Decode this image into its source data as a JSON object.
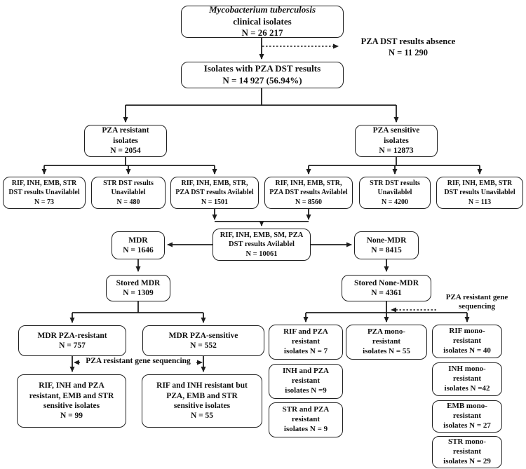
{
  "boxes": {
    "root": [
      "Mycobacterium tuberculosis",
      "clinical isolates",
      "N = 26 217"
    ],
    "pza_dst": [
      "Isolates with PZA DST results",
      "N = 14 927 (56.94%)"
    ],
    "pza_resistant": [
      "PZA resistant",
      "isolates",
      "N = 2054"
    ],
    "pza_sensitive": [
      "PZA sensitive",
      "isolates",
      "N = 12873"
    ],
    "unavail_73": [
      "RIF, INH, EMB, STR",
      "DST results Unavilablel",
      "N = 73"
    ],
    "str_unavail_480": [
      "STR DST results",
      "Unavilablel",
      "N = 480"
    ],
    "avail_1501": [
      "RIF, INH, EMB, STR,",
      "PZA DST results Avilablel",
      "N = 1501"
    ],
    "avail_8560": [
      "RIF, INH, EMB, STR,",
      "PZA DST results Avilablel",
      "N = 8560"
    ],
    "str_unavail_4200": [
      "STR DST results",
      "Unavilablel",
      "N = 4200"
    ],
    "unavail_113": [
      "RIF, INH, EMB, STR",
      "DST results Unavilablel",
      "N = 113"
    ],
    "mdr": [
      "MDR",
      "N = 1646"
    ],
    "central": [
      "RIF, INH, EMB, SM, PZA",
      "DST results Avilablel",
      "N = 10061"
    ],
    "none_mdr": [
      "None-MDR",
      "N = 8415"
    ],
    "stored_mdr": [
      "Stored MDR",
      "N = 1309"
    ],
    "stored_none_mdr": [
      "Stored None-MDR",
      "N = 4361"
    ],
    "mdr_pza_resistant": [
      "MDR PZA-resistant",
      "N = 757"
    ],
    "mdr_pza_sensitive": [
      "MDR PZA-sensitive",
      "N = 552"
    ],
    "seq_res": [
      "RIF, INH and PZA",
      "resistant,  EMB and STR",
      "sensitive isolates",
      "N = 99"
    ],
    "seq_sen": [
      "RIF and INH resistant but",
      "PZA, EMB and STR",
      "sensitive isolates",
      "N = 55"
    ],
    "rif_pza": [
      "RIF and PZA",
      "resistant",
      "isolates  N = 7"
    ],
    "inh_pza": [
      "INH and PZA",
      "resistant",
      "isolates  N =9"
    ],
    "str_pza": [
      "STR and PZA",
      "resistant",
      "isolates  N = 9"
    ],
    "pza_mono": [
      "PZA mono-",
      "resistant",
      "isolates  N = 55"
    ],
    "rif_mono": [
      "RIF mono-",
      "resistant",
      "isolates  N = 40"
    ],
    "inh_mono": [
      "INH mono-",
      "resistant",
      "isolates  N =42"
    ],
    "emb_mono": [
      "EMB mono-",
      "resistant",
      "isolates  N = 27"
    ],
    "str_mono": [
      "STR mono-",
      "resistant",
      "isolates  N = 29"
    ]
  },
  "labels": {
    "absence": [
      "PZA DST results absence",
      "N = 11 290"
    ],
    "seq_bidir": "PZA resistant gene sequencing",
    "seq_right": [
      "PZA resistant gene",
      "sequencing"
    ]
  },
  "colors": {
    "line": "#1f1f1f",
    "text": "#111111",
    "background": "#ffffff"
  }
}
